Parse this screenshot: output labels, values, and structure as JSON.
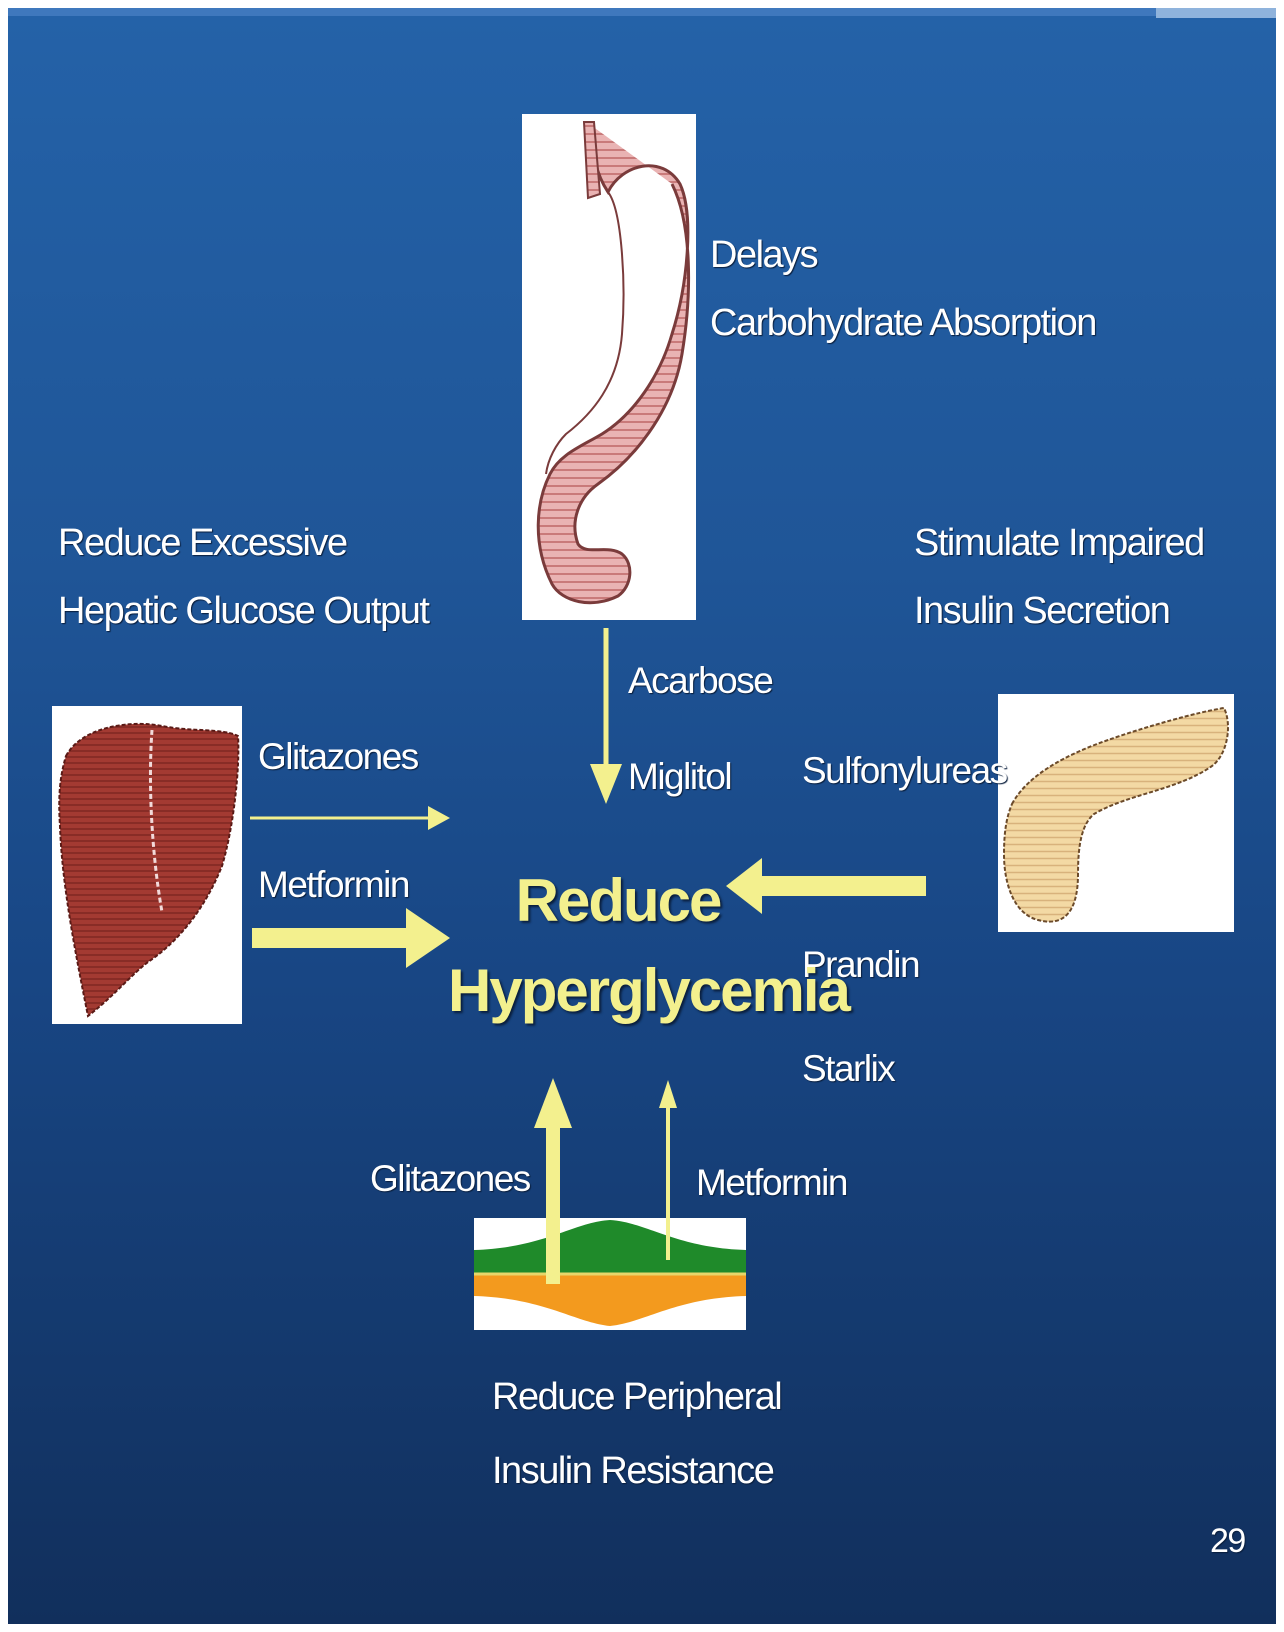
{
  "labels": {
    "stomach_effect_line1": "Delays",
    "stomach_effect_line2": "Carbohydrate Absorption",
    "liver_effect_line1": "Reduce Excessive",
    "liver_effect_line2": "Hepatic Glucose Output",
    "pancreas_effect_line1": "Stimulate Impaired",
    "pancreas_effect_line2": "Insulin Secretion",
    "muscle_effect_line1": "Reduce Peripheral",
    "muscle_effect_line2": "Insulin Resistance"
  },
  "center": {
    "line1": "Reduce",
    "line2": "Hyperglycemia"
  },
  "drugs": {
    "acarbose": "Acarbose",
    "miglitol": "Miglitol",
    "liver_glitazones": "Glitazones",
    "liver_metformin": "Metformin",
    "sulfonylureas": "Sulfonylureas",
    "prandin": "Prandin",
    "starlix": "Starlix",
    "periph_glitazones": "Glitazones",
    "periph_metformin": "Metformin"
  },
  "slide_number": "29",
  "colors": {
    "arrow": "#f3f08e",
    "center_text": "#f3f08e",
    "label_text": "#ffffff",
    "background_top": "#2462a8",
    "background_bottom": "#112f5c"
  }
}
